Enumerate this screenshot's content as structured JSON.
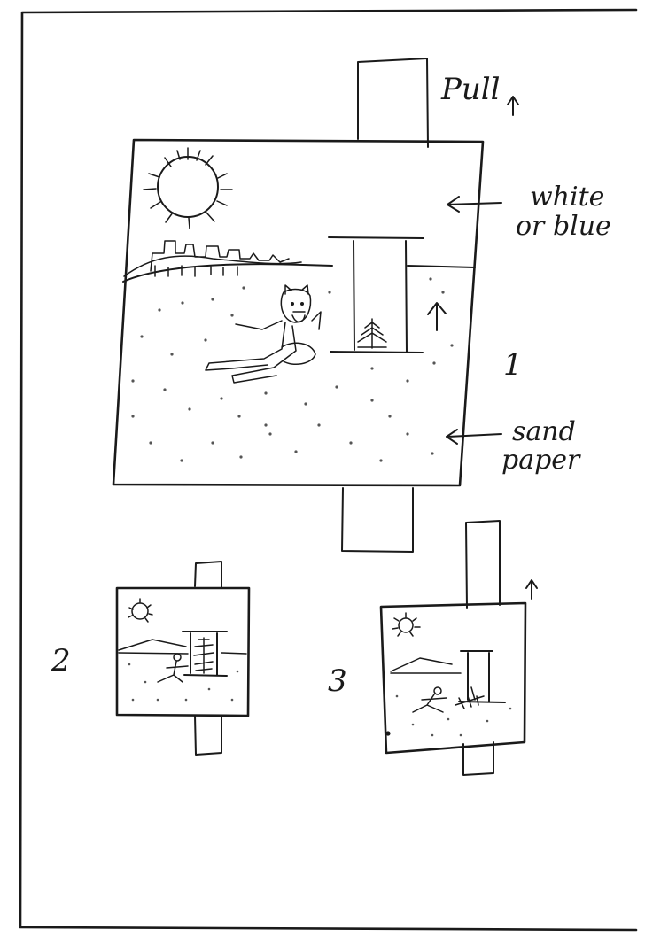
{
  "annotations": {
    "pull": "Pull",
    "white_line1": "white",
    "white_line2": "or blue",
    "sand_line1": "sand",
    "sand_line2": "paper"
  },
  "panels": [
    {
      "number": "1"
    },
    {
      "number": "2"
    },
    {
      "number": "3"
    }
  ],
  "colors": {
    "ink": "#1a1a1a",
    "paper": "#ffffff"
  }
}
